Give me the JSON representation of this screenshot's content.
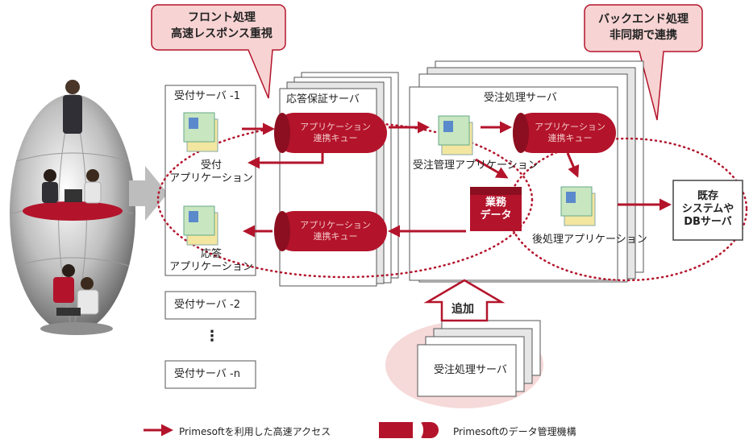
{
  "callouts": {
    "front": [
      "フロント処理",
      "高速レスポンス重視"
    ],
    "back": [
      "バックエンド処理",
      "非同期で連携"
    ]
  },
  "servers": {
    "reception_1": "受付サーバ -1",
    "reception_2": "受付サーバ -2",
    "reception_n": "受付サーバ -n",
    "ellipsis": "⋮",
    "response_assurance": "応答保証サーバ",
    "order_processing": "受注処理サーバ",
    "order_processing_added": "受注処理サーバ"
  },
  "apps": {
    "reception_app": [
      "受付",
      "アプリケーション"
    ],
    "response_app": [
      "応答",
      "アプリケーション"
    ],
    "order_mgmt_app": "受注管理アプリケーション",
    "post_processing_app": "後処理アプリケーション"
  },
  "queues": {
    "queue_label": [
      "アプリケーション",
      "連携キュー"
    ]
  },
  "business_data": [
    "業務",
    "データ"
  ],
  "existing_system": [
    "既存",
    "システムや",
    "DBサーバ"
  ],
  "add_label": "追加",
  "legend": {
    "arrow_text": "Primesoftを利用した高速アクセス",
    "cylinder_text": "Primesoftのデータ管理機構"
  },
  "colors": {
    "accent_red": "#b3142b",
    "callout_fill": "#f7d3d3",
    "zone_fill": "#fbe9e9",
    "gray_arrow": "#bdbdbd"
  }
}
